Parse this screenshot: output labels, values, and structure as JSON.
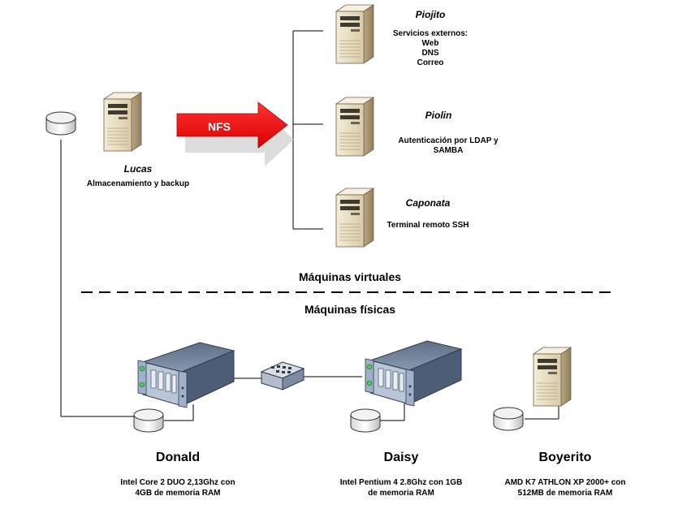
{
  "arrow_label": "NFS",
  "sections": {
    "virtual": "Máquinas virtuales",
    "physical": "Máquinas físicas"
  },
  "storage_server": {
    "name": "Lucas",
    "role": "Almacenamiento y backup"
  },
  "virtual_machines": [
    {
      "name": "Piojito",
      "lines": [
        "Servicios externos:",
        "Web",
        "DNS",
        "Correo"
      ]
    },
    {
      "name": "Piolin",
      "lines": [
        "Autenticación por LDAP y",
        "SAMBA"
      ]
    },
    {
      "name": "Caponata",
      "lines": [
        "Terminal remoto SSH"
      ]
    }
  ],
  "physical_machines": [
    {
      "name": "Donald",
      "lines": [
        "Intel Core 2 DUO 2,13Ghz con",
        "4GB de memoria RAM"
      ]
    },
    {
      "name": "Daisy",
      "lines": [
        "Intel Pentium 4 2.8Ghz con 1GB",
        "de memoria RAM"
      ]
    },
    {
      "name": "Boyerito",
      "lines": [
        "AMD K7 ATHLON XP 2000+ con",
        "512MB de memoria RAM"
      ]
    }
  ],
  "colors": {
    "arrow_red": "#ee1111",
    "tower_beige": "#e8dcc2",
    "rack_blue": "#8fa3bf"
  }
}
